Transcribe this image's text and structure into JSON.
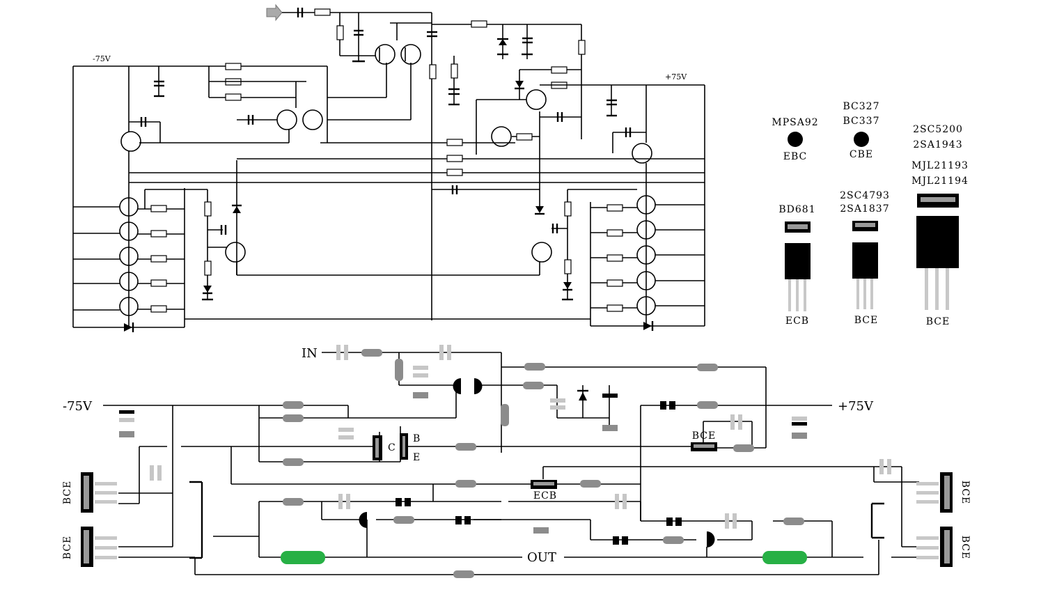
{
  "schematic": {
    "neg_rail": "-75V",
    "pos_rail": "+75V"
  },
  "legend": {
    "mpsa92_name": "MPSA92",
    "mpsa92_pins": "EBC",
    "bc_name_1": "BC327",
    "bc_name_2": "BC337",
    "bc_pins": "CBE",
    "big_name_1": "2SC5200",
    "big_name_2": "2SA1943",
    "big_name_3": "MJL21193",
    "big_name_4": "MJL21194",
    "bd681_name": "BD681",
    "bd681_pins": "ECB",
    "sc4793_name_1": "2SC4793",
    "sc4793_name_2": "2SA1837",
    "sc4793_pins": "BCE",
    "big_pins": "BCE"
  },
  "layout": {
    "in_label": "IN",
    "neg_label": "-75V",
    "pos_label": "+75V",
    "out_label": "OUT",
    "driver_c": "C",
    "driver_b": "B",
    "driver_e": "E",
    "driver2_pins": "BCE",
    "vas_pins": "ECB",
    "output_pins_left_1": "BCE",
    "output_pins_left_2": "BCE",
    "output_pins_right_1": "BCE",
    "output_pins_right_2": "BCE"
  },
  "colors": {
    "pad_gray": "#8c8c8c",
    "pad_light": "#c6c6c6",
    "pad_black": "#000000",
    "power_resistor": "#27b045"
  }
}
